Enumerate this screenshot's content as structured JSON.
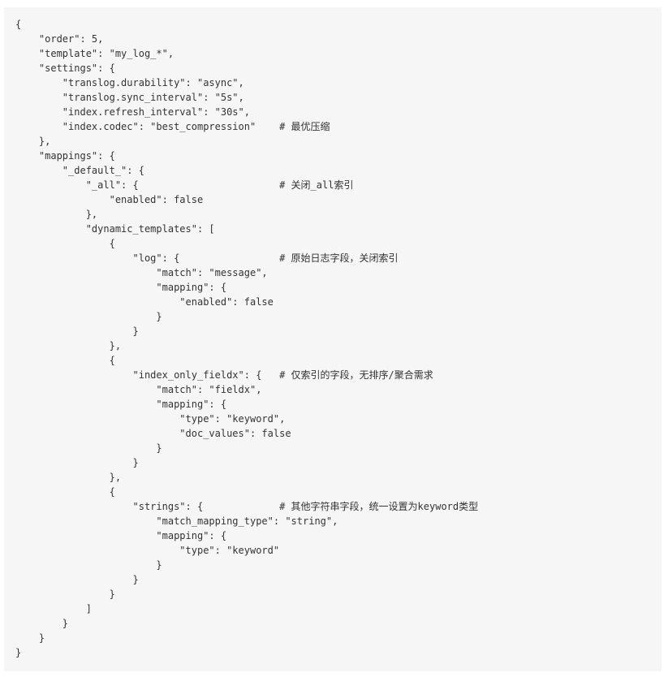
{
  "code": {
    "lines": [
      "{",
      "    \"order\": 5,",
      "    \"template\": \"my_log_*\",",
      "    \"settings\": {",
      "        \"translog.durability\": \"async\",",
      "        \"translog.sync_interval\": \"5s\",",
      "        \"index.refresh_interval\": \"30s\",",
      "        \"index.codec\": \"best_compression\"    # 最优压缩",
      "    },",
      "    \"mappings\": {",
      "        \"_default_\": {",
      "            \"_all\": {                        # 关闭_all索引",
      "                \"enabled\": false",
      "            },",
      "            \"dynamic_templates\": [",
      "                {",
      "                    \"log\": {                 # 原始日志字段，关闭索引",
      "                        \"match\": \"message\",",
      "                        \"mapping\": {",
      "                            \"enabled\": false",
      "                        }",
      "                    }",
      "                },",
      "                {",
      "                    \"index_only_fieldx\": {   # 仅索引的字段，无排序/聚合需求",
      "                        \"match\": \"fieldx\",",
      "                        \"mapping\": {",
      "                            \"type\": \"keyword\",",
      "                            \"doc_values\": false",
      "                        }",
      "                    }",
      "                },",
      "                {",
      "                    \"strings\": {             # 其他字符串字段，统一设置为keyword类型",
      "                        \"match_mapping_type\": \"string\",",
      "                        \"mapping\": {",
      "                            \"type\": \"keyword\"",
      "                        }",
      "                    }",
      "                }",
      "            ]",
      "        }",
      "    }",
      "}"
    ]
  }
}
